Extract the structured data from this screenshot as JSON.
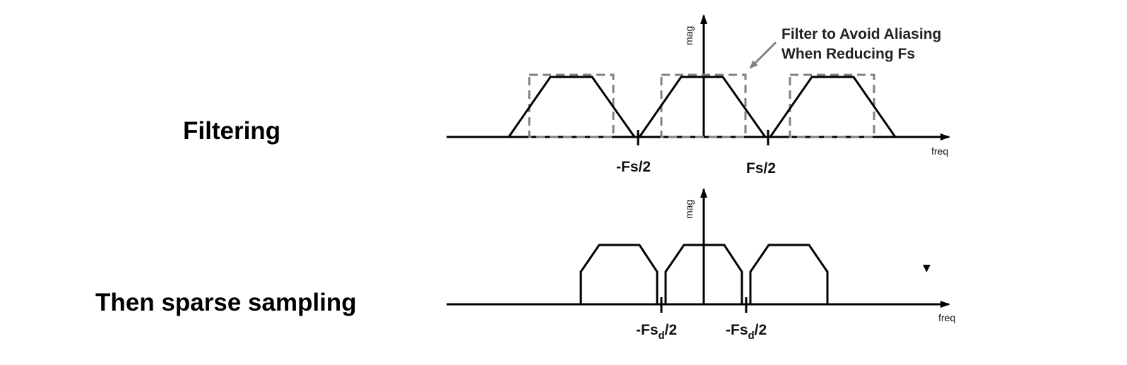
{
  "labels": {
    "filtering": "Filtering",
    "sparse_sampling": "Then sparse sampling"
  },
  "top_panel": {
    "y_axis_label": "mag",
    "x_axis_label": "freq",
    "tick_left": "-Fs/2",
    "tick_right": "Fs/2",
    "annotation_line1": "Filter to Avoid Aliasing",
    "annotation_line2": "When Reducing Fs"
  },
  "bottom_panel": {
    "y_axis_label": "mag",
    "x_axis_label": "freq",
    "tick_left_main": "-Fs",
    "tick_left_sub": "d",
    "tick_left_tail": "/2",
    "tick_right_main": "-Fs",
    "tick_right_sub": "d",
    "tick_right_tail": "/2",
    "marker": "▼"
  },
  "colors": {
    "line": "#000000",
    "dashed_filter": "#808080",
    "annotation_arrow": "#808080"
  }
}
